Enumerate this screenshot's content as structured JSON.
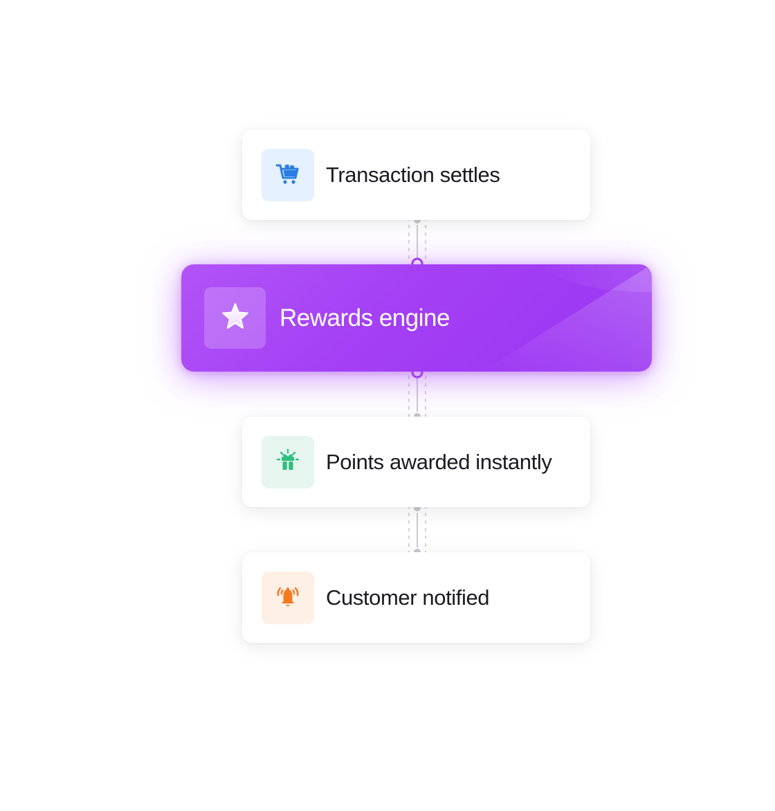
{
  "steps": [
    {
      "label": "Transaction settles",
      "icon": "shopping-cart-icon",
      "tile_color": "#e6f1ff",
      "icon_color": "#2a7de1"
    },
    {
      "label": "Rewards engine",
      "icon": "star-icon",
      "tile_color": "rgba(255,255,255,0.2)",
      "icon_color": "#ffffff",
      "accent": "#a544f5"
    },
    {
      "label": "Points awarded instantly",
      "icon": "gift-icon",
      "tile_color": "#e6f6ef",
      "icon_color": "#2fbf7f"
    },
    {
      "label": "Customer notified",
      "icon": "bell-ringing-icon",
      "tile_color": "#fff0e6",
      "icon_color": "#f47a20"
    }
  ]
}
